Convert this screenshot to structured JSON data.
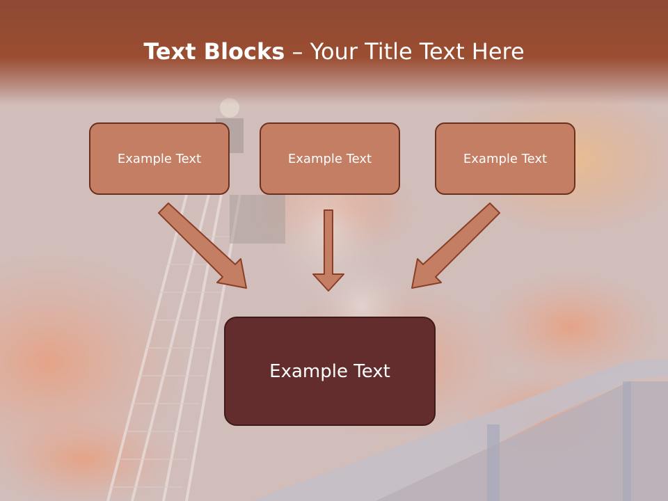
{
  "slide": {
    "title_bold": "Text Blocks",
    "title_sep": " – ",
    "title_rest": "Your Title Text Here",
    "boxes": [
      {
        "label": "Example Text"
      },
      {
        "label": "Example Text"
      },
      {
        "label": "Example Text"
      }
    ],
    "main_box": {
      "label": "Example Text"
    }
  },
  "colors": {
    "header": "#9a4d31",
    "box_fill": "#c47e63",
    "box_border": "#6b2f1e",
    "main_box_fill": "#632d2d",
    "arrow_fill": "#c47e63"
  },
  "icons": [
    "arrow-diagonal-down-right",
    "arrow-down",
    "arrow-diagonal-down-left"
  ]
}
